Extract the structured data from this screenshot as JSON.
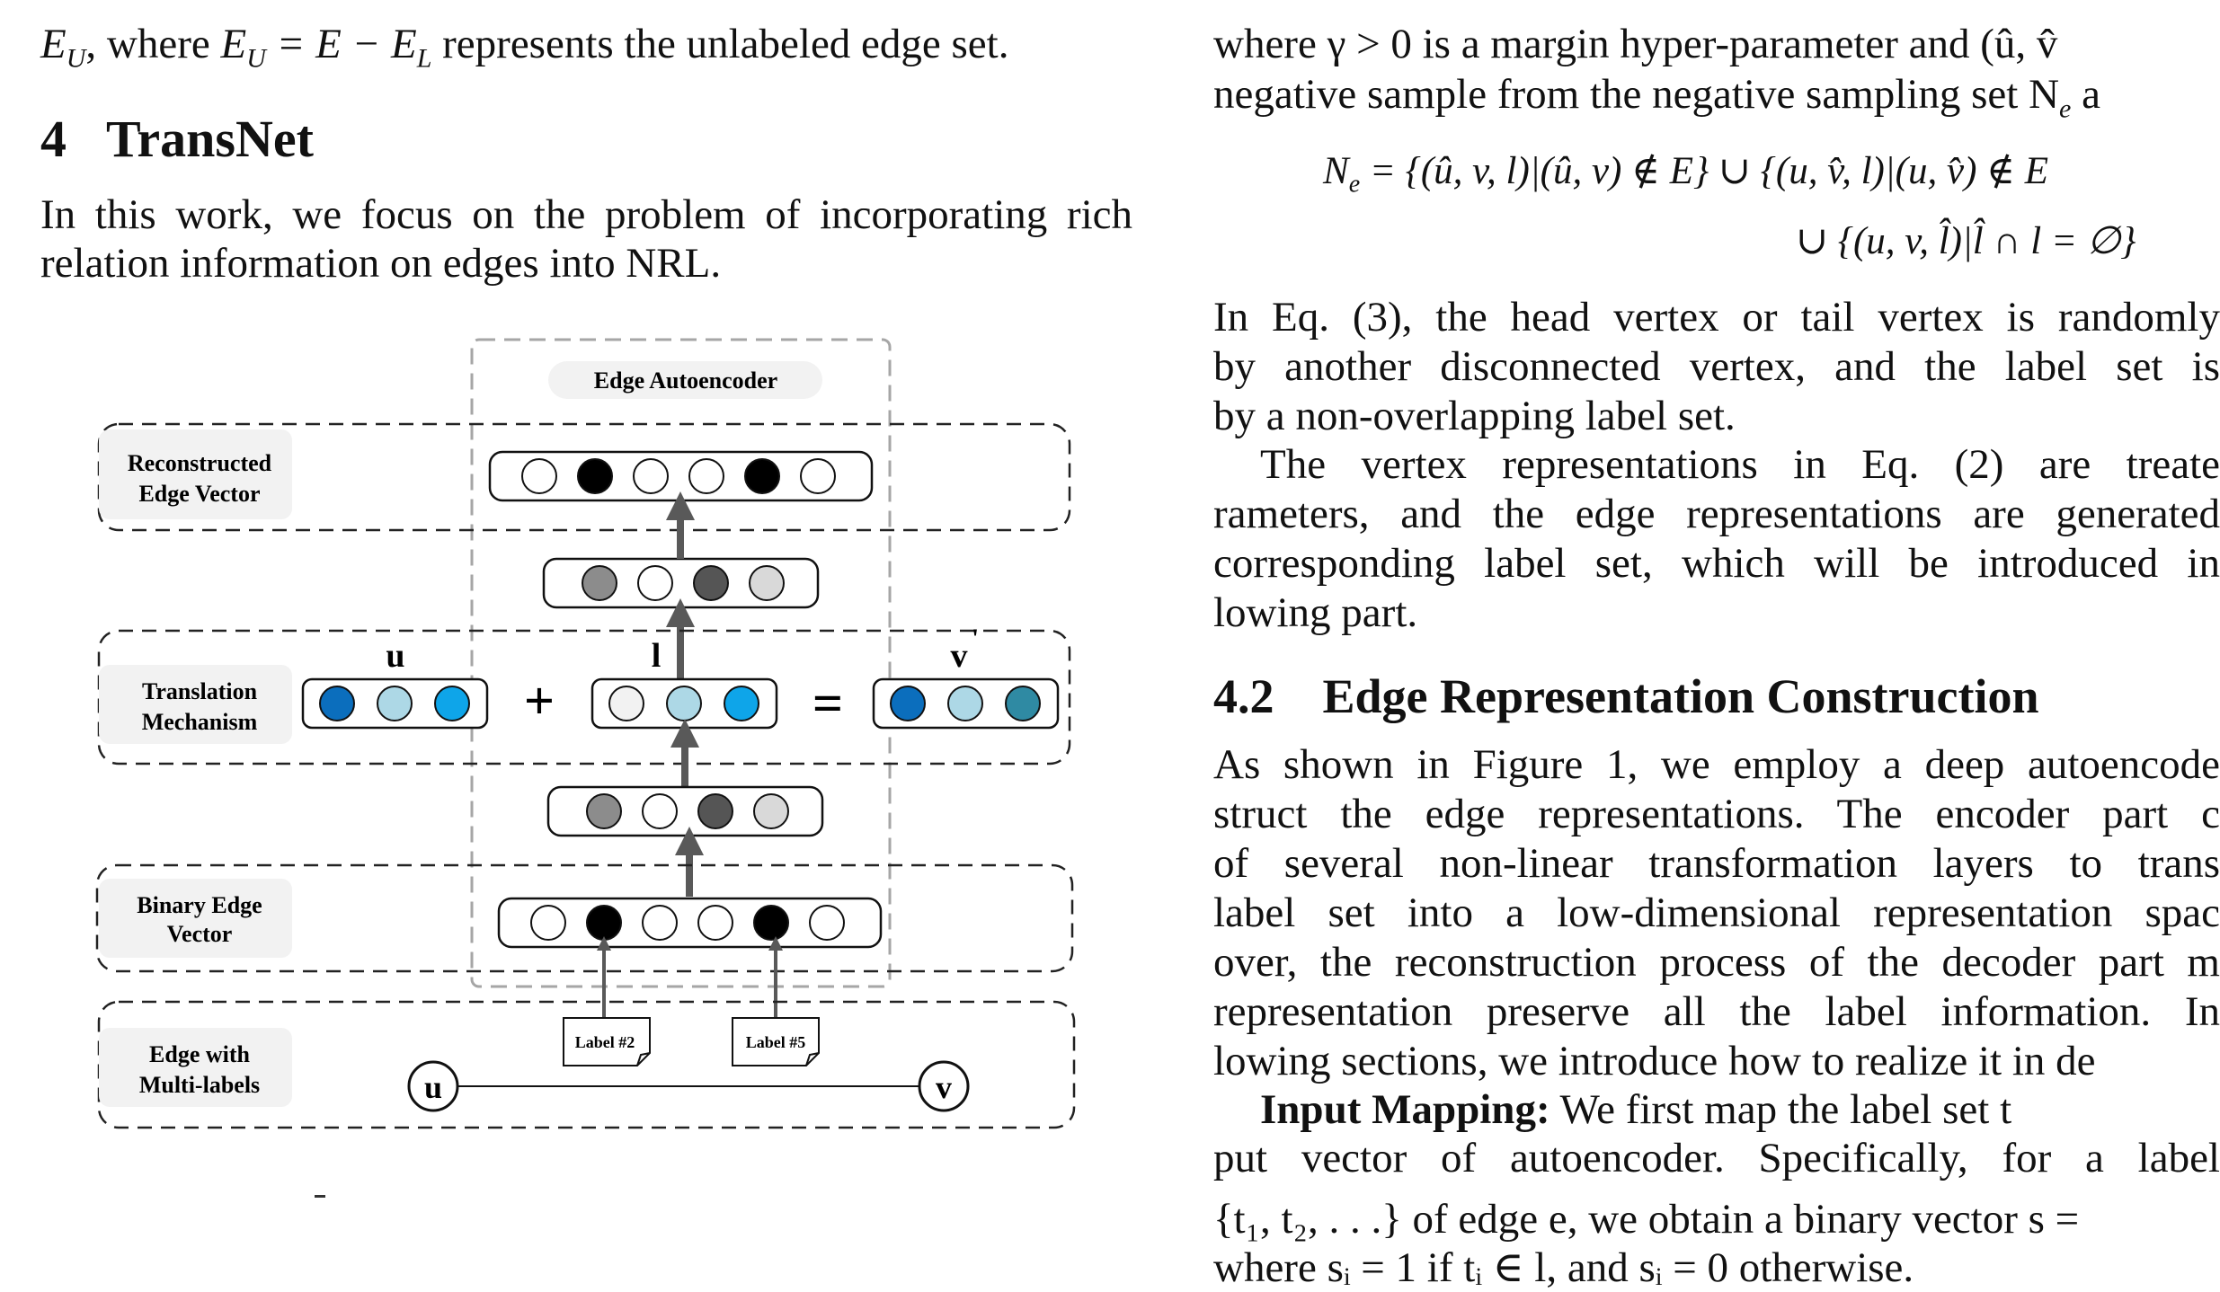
{
  "left": {
    "line1_math1": "E",
    "line1_sub1": "U",
    "line1_text1": ", where ",
    "line1_math2": "E",
    "line1_sub2": "U",
    "line1_text2": " = E − E",
    "line1_sub3": "L",
    "line1_text3": " represents the unlabeled edge set.",
    "section_num": "4",
    "section_title": "TransNet",
    "para1_line1": "In this work, we focus on the problem of incorporating rich",
    "para1_line2": "relation information on edges into NRL."
  },
  "figure": {
    "autoencoder_label": "Edge Autoencoder",
    "row_reconstructed": "Reconstructed\nEdge Vector",
    "row_translation": "Translation\nMechanism",
    "row_binary": "Binary Edge\nVector",
    "row_multilabel": "Edge with\nMulti-labels",
    "vec_u": "u",
    "vec_l": "l",
    "vec_v": "v",
    "vec_v_prime": "'",
    "plus": "+",
    "equals": "=",
    "node_u": "u",
    "node_v": "v",
    "label2": "Label #2",
    "label5": "Label #5",
    "colors": {
      "dark_blue": "#0b6ebd",
      "light_blue": "#add8e6",
      "bright_blue": "#0ea5e9",
      "teal": "#2f8aa3",
      "gray_mid": "#8c8c8c",
      "gray_dark": "#555555",
      "gray_light": "#d9d9d9",
      "arrow": "#595959"
    }
  },
  "right": {
    "line1": "where γ > 0 is a margin hyper-parameter and (û, v̂",
    "line2": "negative sample from the negative sampling set N",
    "line2_sub": "e",
    "line2_tail": " a",
    "eq_line1": "N",
    "eq_sub": "e",
    "eq_line1_rest": " = {(û, v, l)|(û, v) ∉ E} ∪ {(u, v̂, l)|(u, v̂) ∉ E",
    "eq_line2": "∪ {(u, v, l̂)|l̂ ∩ l = ∅}",
    "p1_l1": "In Eq. (3), the head vertex or tail vertex is randomly",
    "p1_l2": "by another disconnected vertex, and the label set is",
    "p1_l3": "by a non-overlapping label set.",
    "p2_l1": "The vertex representations in Eq.  (2) are treate",
    "p2_l2": "rameters, and the edge representations are generated",
    "p2_l3": "corresponding label set, which will be introduced in",
    "p2_l4": "lowing part.",
    "sub_num": "4.2",
    "sub_title": "Edge Representation Construction",
    "p3_l1": "As shown in Figure 1, we employ a deep autoencode",
    "p3_l2": "struct the edge representations.  The encoder part c",
    "p3_l3": "of several non-linear transformation layers to trans",
    "p3_l4": "label set into a low-dimensional representation spac",
    "p3_l5": "over, the reconstruction process of the decoder part m",
    "p3_l6": "representation preserve all the label information.  In",
    "p3_l7": "lowing sections, we introduce how to realize it in de",
    "p4_bold": "Input Mapping:",
    "p4_l1": " We first map the label set t",
    "p4_l2": "put vector of autoencoder.  Specifically, for a label",
    "p4_l3": "{t₁, t₂, . . .} of edge e, we obtain a binary vector s =",
    "p4_l4": "where sᵢ = 1 if tᵢ ∈ l, and sᵢ = 0 otherwise."
  }
}
